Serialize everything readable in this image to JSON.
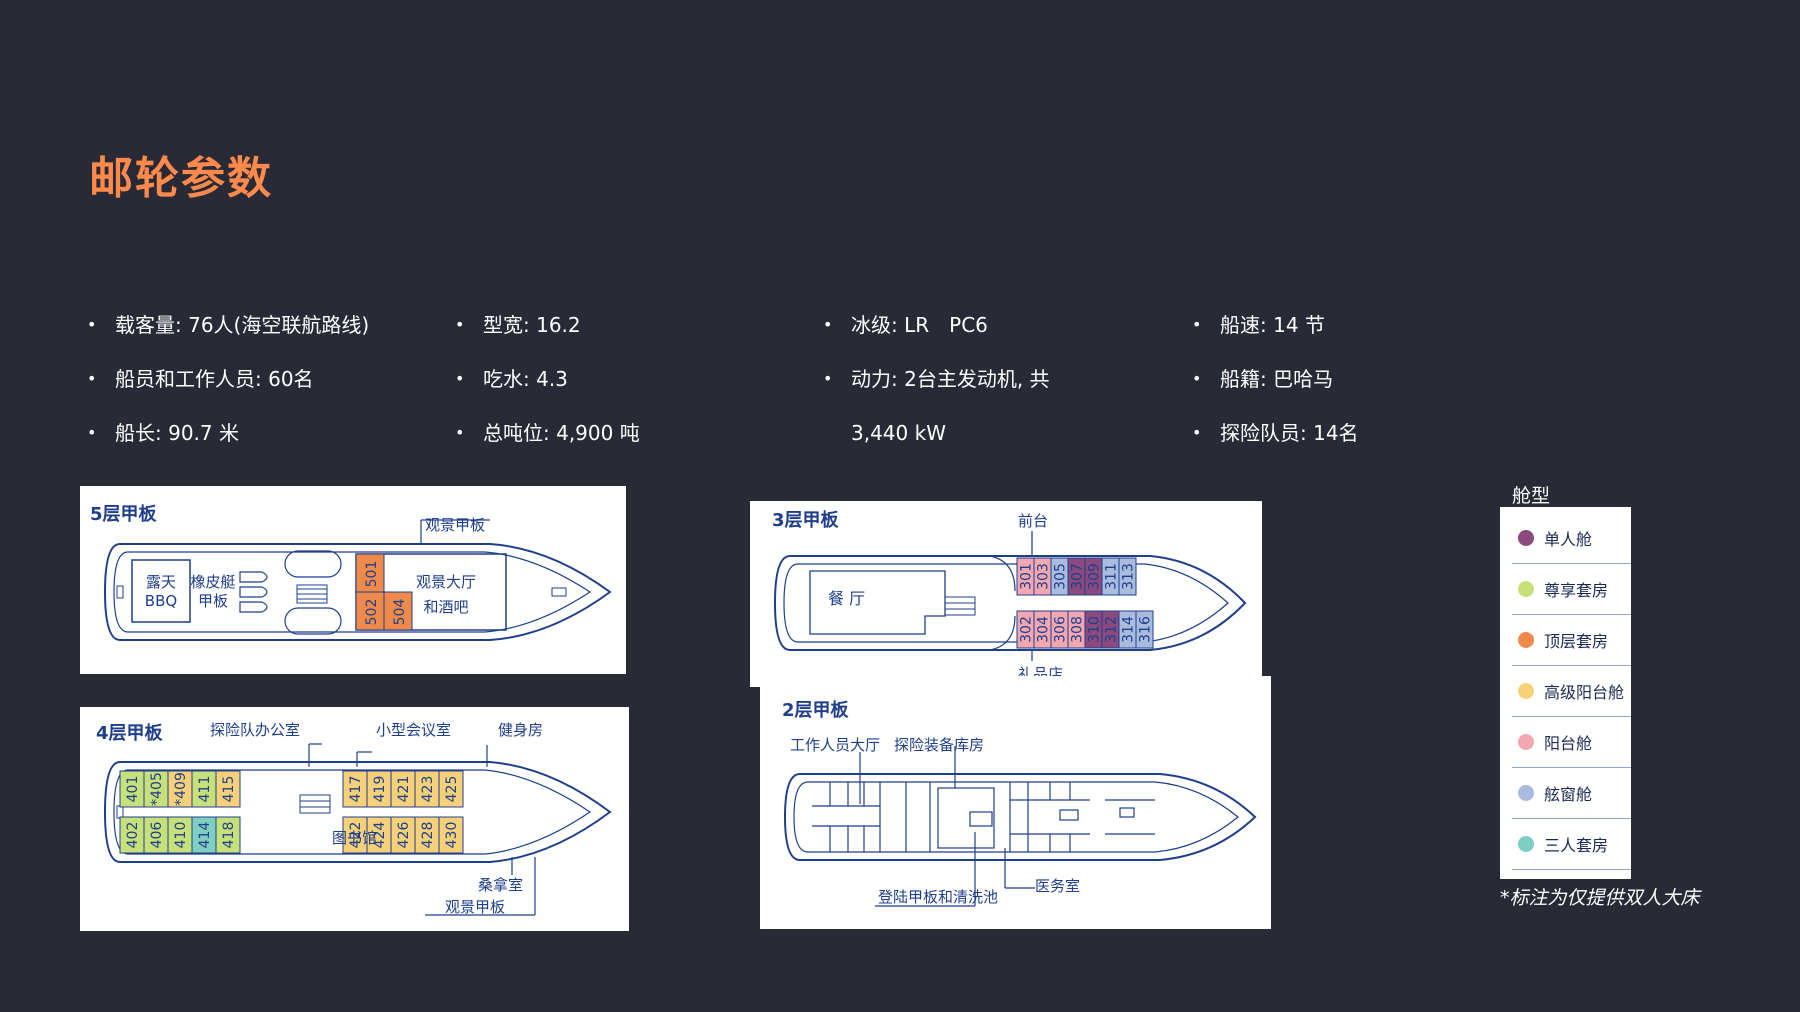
{
  "page": {
    "title": "邮轮参数"
  },
  "specs": {
    "col1": [
      "载客量: 76人(海空联航路线)",
      "船员和工作人员: 60名",
      "船长: 90.7 米"
    ],
    "col2": [
      "型宽: 16.2",
      "吃水: 4.3",
      "总吨位: 4,900 吨"
    ],
    "col3": [
      "冰级: LR　PC6",
      "动力: 2台主发动机, 共",
      "3,440 kW"
    ],
    "col4": [
      "船速: 14 节",
      "船籍: 巴哈马",
      "探险队员: 14名"
    ]
  },
  "colors": {
    "accent": "#ff8a4c",
    "line": "#1f3f8c",
    "single": "#8a4a7e",
    "premium": "#c7e07a",
    "top": "#f08a4b",
    "superior_balcony": "#f7d17a",
    "balcony": "#f3a7b0",
    "porthole": "#a9bce0",
    "triple": "#7ecfc2"
  },
  "deck5": {
    "title": "5层甲板",
    "viewing_deck": "观景甲板",
    "bbq_l1": "露天",
    "bbq_l2": "BBQ",
    "boat_l1": "橡皮艇",
    "boat_l2": "甲板",
    "lounge_l1": "观景大厅",
    "lounge_l2": "和酒吧",
    "cabins": [
      "501",
      "502",
      "504"
    ]
  },
  "deck4": {
    "title": "4层甲板",
    "expedition_office": "探险队办公室",
    "meeting_room": "小型会议室",
    "gym": "健身房",
    "library": "图书馆",
    "sauna": "桑拿室",
    "viewing_deck": "观景甲板",
    "top_cabins": [
      "401",
      "*405",
      "*409",
      "411",
      "415",
      "417",
      "419",
      "421",
      "423",
      "425"
    ],
    "bottom_cabins": [
      "402",
      "406",
      "410",
      "414",
      "418",
      "422",
      "424",
      "426",
      "428",
      "430"
    ]
  },
  "deck3": {
    "title": "3层甲板",
    "reception": "前台",
    "restaurant": "餐 厅",
    "gift_shop": "礼品店",
    "top_cabins": [
      "301",
      "303",
      "305",
      "307",
      "309",
      "311",
      "313"
    ],
    "bottom_cabins": [
      "302",
      "304",
      "306",
      "308",
      "310",
      "312",
      "314",
      "316"
    ]
  },
  "deck2": {
    "title": "2层甲板",
    "crew_lounge": "工作人员大厅",
    "gear_room": "探险装备库房",
    "landing": "登陆甲板和清洗池",
    "medical": "医务室"
  },
  "legend": {
    "title": "舱型",
    "items": [
      {
        "label": "单人舱",
        "color": "#8a4a7e"
      },
      {
        "label": "尊享套房",
        "color": "#c7e07a"
      },
      {
        "label": "顶层套房",
        "color": "#f08a4b"
      },
      {
        "label": "高级阳台舱",
        "color": "#f7d17a"
      },
      {
        "label": "阳台舱",
        "color": "#f3a7b0"
      },
      {
        "label": "舷窗舱",
        "color": "#a9bce0"
      },
      {
        "label": "三人套房",
        "color": "#7ecfc2"
      }
    ],
    "footnote": "*标注为仅提供双人大床"
  }
}
